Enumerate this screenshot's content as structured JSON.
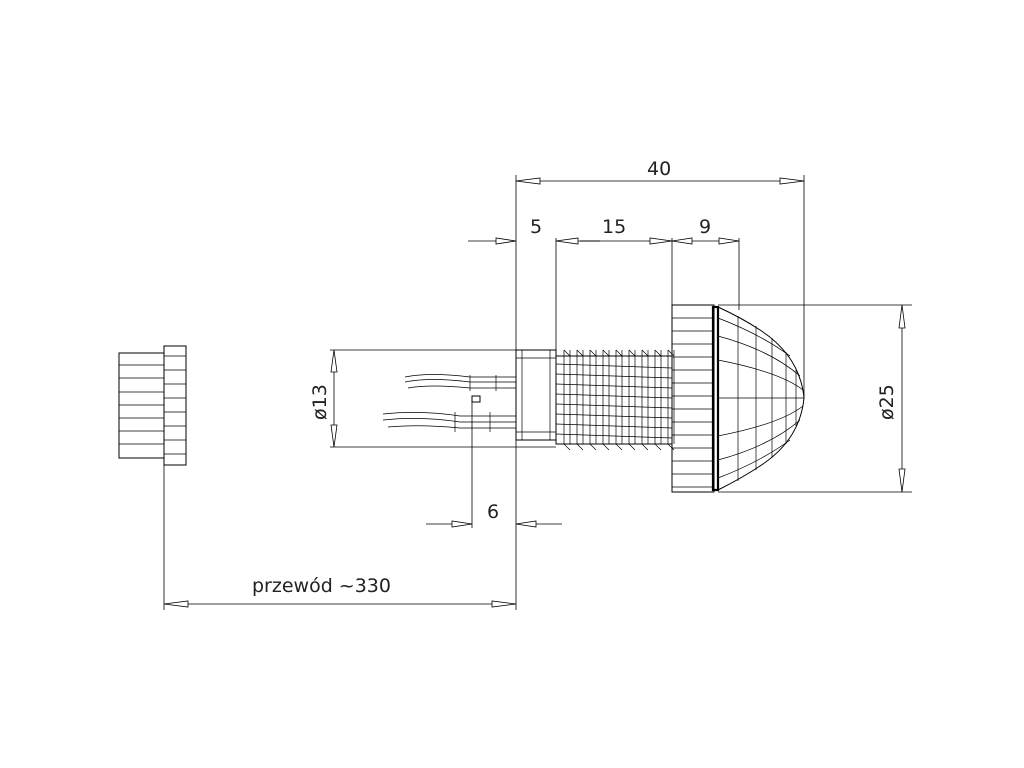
{
  "drawing": {
    "dimensions": {
      "overall_length": "40",
      "collar": "5",
      "thread_length": "15",
      "head_thickness": "9",
      "cable_entry": "6",
      "body_diameter": "ø13",
      "head_diameter": "ø25",
      "cable_note": "przewód ~330"
    }
  }
}
